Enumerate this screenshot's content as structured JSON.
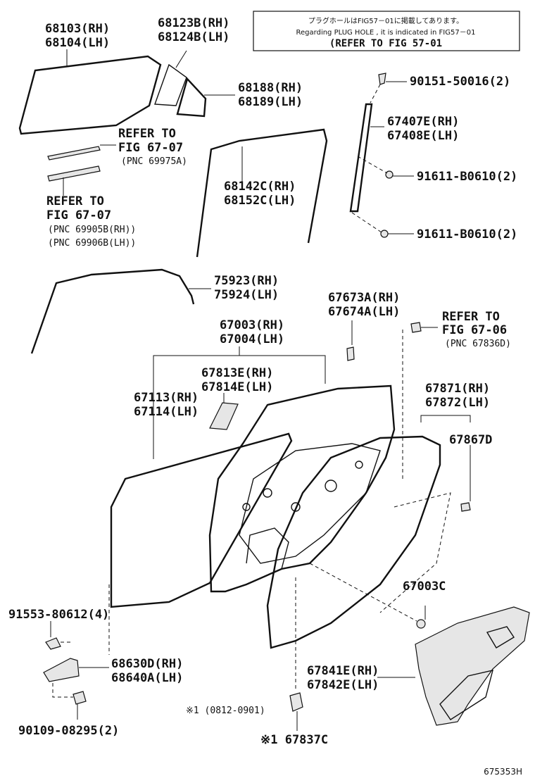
{
  "note_box": {
    "line1": "プラグホールはFIG57－01に掲載してあります。",
    "line2": "Regarding PLUG HOLE , it is indicated in FIG57－01",
    "line3": "(REFER TO FIG 57-01"
  },
  "labels": {
    "p68103": "68103(RH)",
    "p68104": "68104(LH)",
    "p68123b": "68123B(RH)",
    "p68124b": "68124B(LH)",
    "p68188": "68188(RH)",
    "p68189": "68189(LH)",
    "p90151": "90151-50016(2)",
    "p67407e": "67407E(RH)",
    "p67408e": "67408E(LH)",
    "refer1_a": "REFER TO",
    "refer1_b": "FIG 67-07",
    "refer1_c": "(PNC 69975A)",
    "p91611a": "91611-B0610(2)",
    "p68142c": "68142C(RH)",
    "p68152c": "68152C(LH)",
    "refer2_a": "REFER TO",
    "refer2_b": "FIG 67-07",
    "refer2_c": "(PNC 69905B(RH))",
    "refer2_d": "(PNC 69906B(LH))",
    "p91611b": "91611-B0610(2)",
    "p75923": "75923(RH)",
    "p75924": "75924(LH)",
    "p67673a": "67673A(RH)",
    "p67674a": "67674A(LH)",
    "refer3_a": "REFER TO",
    "refer3_b": "FIG 67-06",
    "refer3_c": "(PNC 67836D)",
    "p67003": "67003(RH)",
    "p67004": "67004(LH)",
    "p67813e": "67813E(RH)",
    "p67814e": "67814E(LH)",
    "p67113": "67113(RH)",
    "p67114": "67114(LH)",
    "p67871": "67871(RH)",
    "p67872": "67872(LH)",
    "p67867d": "67867D",
    "p67003c": "67003C",
    "p91553": "91553-80612(4)",
    "p68630d": "68630D(RH)",
    "p68640a": "68640A(LH)",
    "p67841e": "67841E(RH)",
    "p67842e": "67842E(LH)",
    "note1": "※1 (0812-0901)",
    "p90109": "90109-08295(2)",
    "p67837c": "※1 67837C",
    "fig_id": "675353H"
  }
}
